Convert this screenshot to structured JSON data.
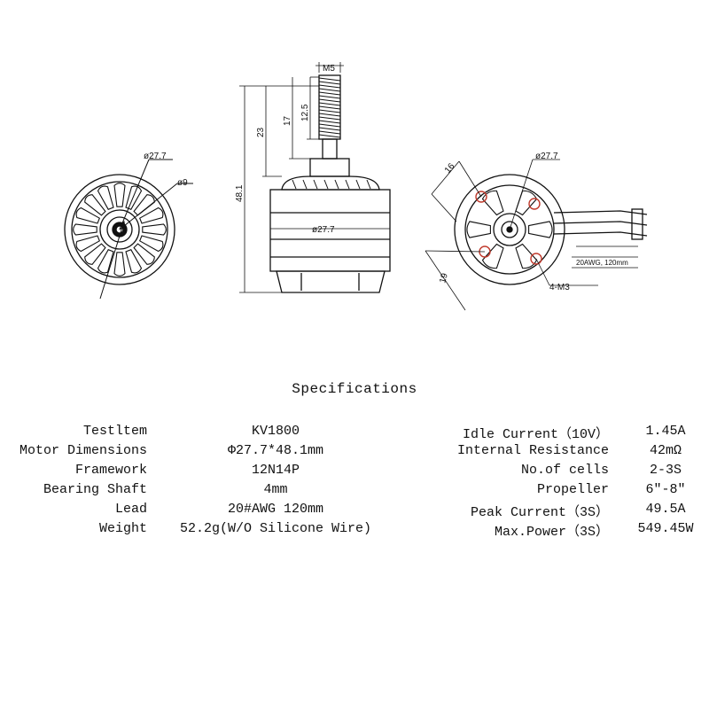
{
  "drawing": {
    "dims": {
      "m5": "M5",
      "d27_7_front": "ø27.7",
      "d9": "ø9",
      "h12_5": "12.5",
      "h17": "17",
      "h23": "23",
      "h48_1": "48.1",
      "d27_7_side": "ø27.7",
      "d27_7_back": "ø27.7",
      "d16": "16",
      "d19": "19",
      "m3": "4-M3",
      "wire": "20AWG, 120mm"
    }
  },
  "specs": {
    "title": "Specifications",
    "rows": [
      {
        "label": "Testltem",
        "value": "KV1800",
        "label2": "Idle Current（10V）",
        "value2": "1.45A"
      },
      {
        "label": "Motor Dimensions",
        "value": "Φ27.7*48.1mm",
        "label2": "Internal Resistance",
        "value2": "42mΩ"
      },
      {
        "label": "Framework",
        "value": "12N14P",
        "label2": "No.of cells",
        "value2": "2-3S"
      },
      {
        "label": "Bearing Shaft",
        "value": "4mm",
        "label2": "Propeller",
        "value2": "6″-8″"
      },
      {
        "label": "Lead",
        "value": "20#AWG 120mm",
        "label2": "Peak Current（3S）",
        "value2": "49.5A"
      },
      {
        "label": "Weight",
        "value": "52.2g(W/O Silicone Wire)",
        "label2": "Max.Power（3S）",
        "value2": "549.45W"
      }
    ]
  }
}
